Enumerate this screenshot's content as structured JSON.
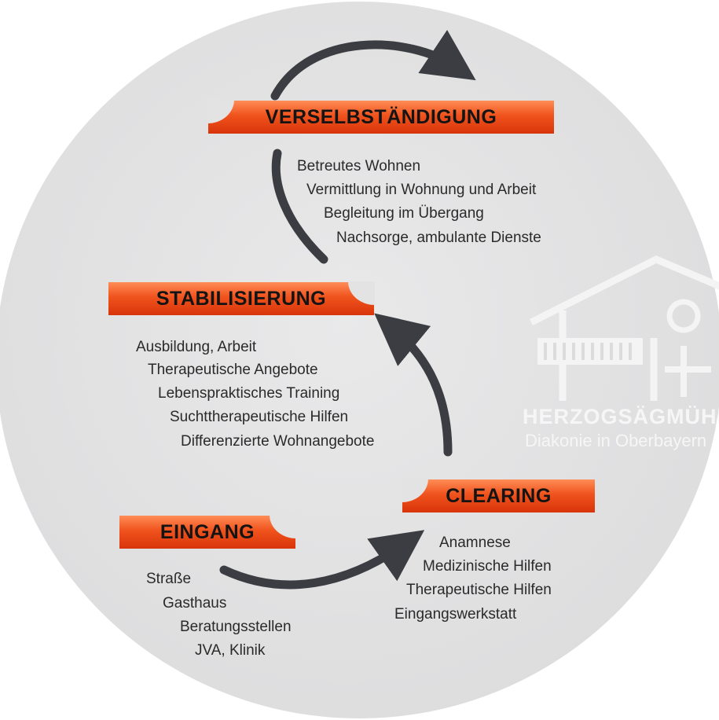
{
  "diagram": {
    "stages": [
      {
        "id": "verselbstaendigung",
        "title": "VERSELBSTÄNDIGUNG",
        "items": [
          "Betreutes Wohnen",
          "Vermittlung in Wohnung und Arbeit",
          "Begleitung im Übergang",
          "Nachsorge, ambulante Dienste"
        ]
      },
      {
        "id": "stabilisierung",
        "title": "STABILISIERUNG",
        "items": [
          "Ausbildung, Arbeit",
          "Therapeutische Angebote",
          "Lebenspraktisches Training",
          "Suchttherapeutische Hilfen",
          "Differenzierte Wohnangebote"
        ]
      },
      {
        "id": "clearing",
        "title": "CLEARING",
        "items": [
          "Anamnese",
          "Medizinische Hilfen",
          "Therapeutische Hilfen",
          "Eingangswerkstatt"
        ]
      },
      {
        "id": "eingang",
        "title": "EINGANG",
        "items": [
          "Straße",
          "Gasthaus",
          "Beratungsstellen",
          "JVA, Klinik"
        ]
      }
    ],
    "flow": [
      "eingang",
      "clearing",
      "stabilisierung",
      "verselbstaendigung"
    ]
  },
  "logo": {
    "name": "HERZOGSÄGMÜHLE",
    "subtitle": "Diakonie in Oberbayern"
  },
  "colors": {
    "banner": "#f0531d",
    "arrow": "#3c3d42",
    "background": "#e3e3e4"
  }
}
